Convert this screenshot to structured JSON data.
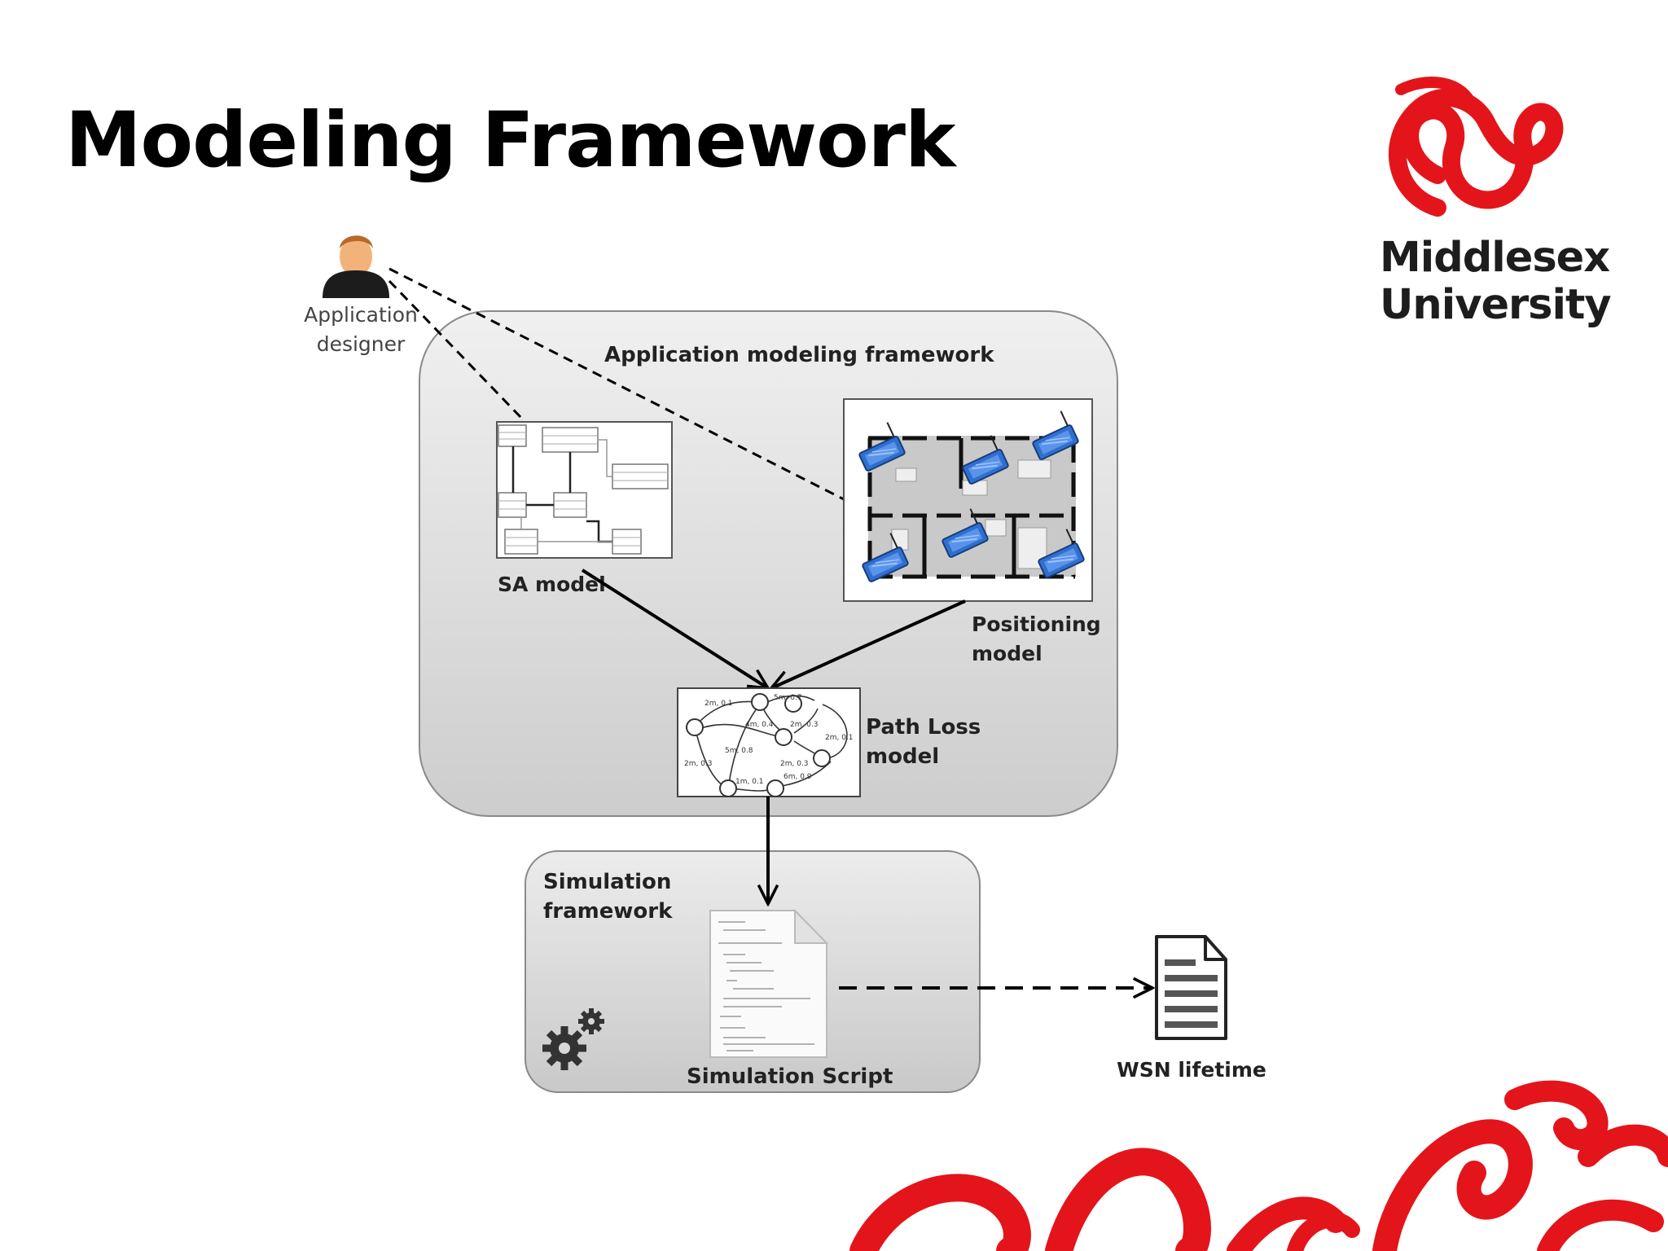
{
  "slide": {
    "title": "Modeling Framework"
  },
  "logo": {
    "line1": "Middlesex",
    "line2": "University",
    "brand_color": "#e3151b"
  },
  "diagram": {
    "actor": {
      "label_line1": "Application",
      "label_line2": "designer",
      "icon": "person-icon"
    },
    "app_framework": {
      "title": "Application modeling framework"
    },
    "sa_model": {
      "label": "SA model"
    },
    "positioning_model": {
      "label_line1": "Positioning",
      "label_line2": "model"
    },
    "path_loss_model": {
      "label_line1": "Path Loss",
      "label_line2": "model",
      "edge_labels": [
        "2m, 0.1",
        "5m, 0.7",
        "4m, 0.4",
        "2m, 0.3",
        "2m, 0.1",
        "5m, 0.8",
        "2m, 0.3",
        "2m, 0.3",
        "6m, 0.9",
        "1m, 0.1"
      ]
    },
    "simulation_framework": {
      "title_line1": "Simulation",
      "title_line2": "framework",
      "icon": "gears-icon"
    },
    "simulation_script": {
      "label": "Simulation Script",
      "icon": "script-document-icon"
    },
    "output": {
      "label": "WSN lifetime",
      "icon": "document-icon"
    }
  },
  "colors": {
    "panel_fill_top": "#eeeeee",
    "panel_fill_bottom": "#cfcfcf",
    "panel_stroke": "#888888",
    "sensor_blue": "#2f6fd0"
  }
}
